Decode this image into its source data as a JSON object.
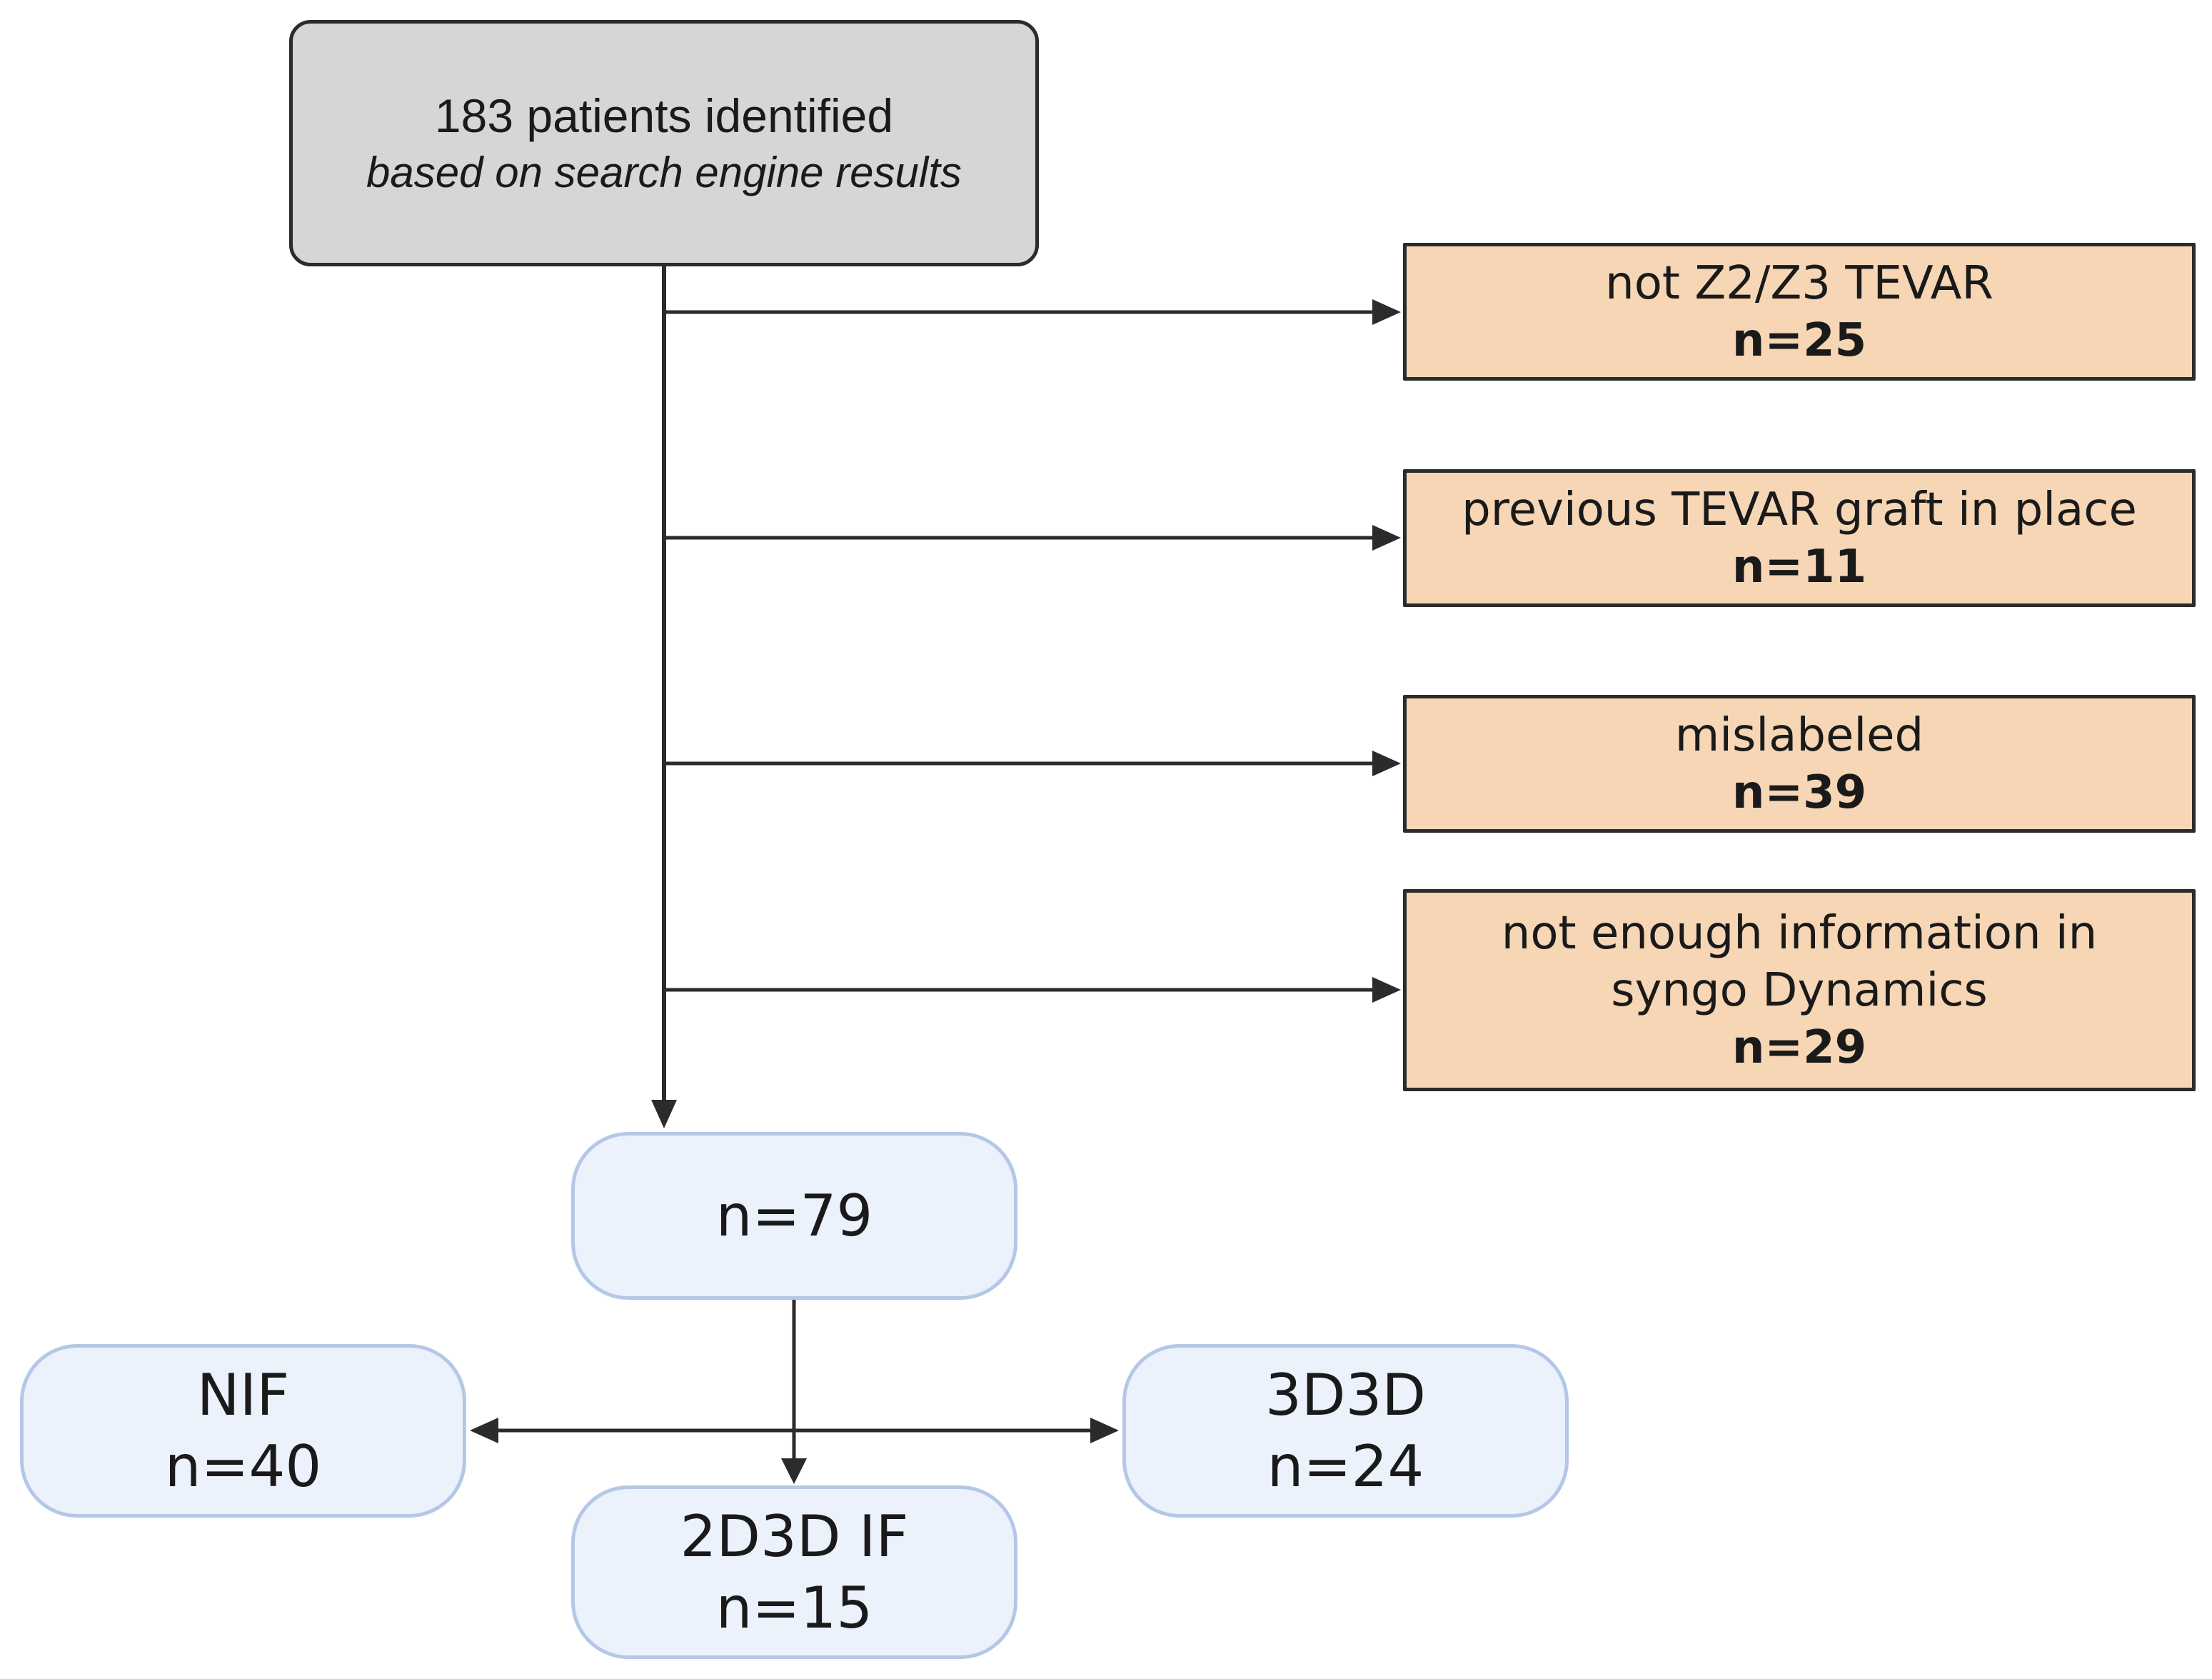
{
  "source": {
    "main": "183 patients identified",
    "sub": "based on search engine results"
  },
  "exclusions": [
    {
      "reason_lines": [
        "not Z2/Z3 TEVAR"
      ],
      "count": "n=25"
    },
    {
      "reason_lines": [
        "previous TEVAR graft in place"
      ],
      "count": "n=11"
    },
    {
      "reason_lines": [
        "mislabeled"
      ],
      "count": "n=39"
    },
    {
      "reason_lines": [
        "not enough information in",
        "syngo Dynamics"
      ],
      "count": "n=29"
    }
  ],
  "included": {
    "count": "n=79"
  },
  "groups": {
    "nif": {
      "name": "NIF",
      "count": "n=40"
    },
    "d2d3d_if": {
      "name": "2D3D IF",
      "count": "n=15"
    },
    "d3d3d": {
      "name": "3D3D",
      "count": "n=24"
    }
  },
  "colors": {
    "source_fill": "#d4d6d8",
    "exclusion_fill": "#f7d6b5",
    "group_fill": "#ebf2fc",
    "group_border": "#b4c7e6",
    "line": "#2b2b2b"
  }
}
